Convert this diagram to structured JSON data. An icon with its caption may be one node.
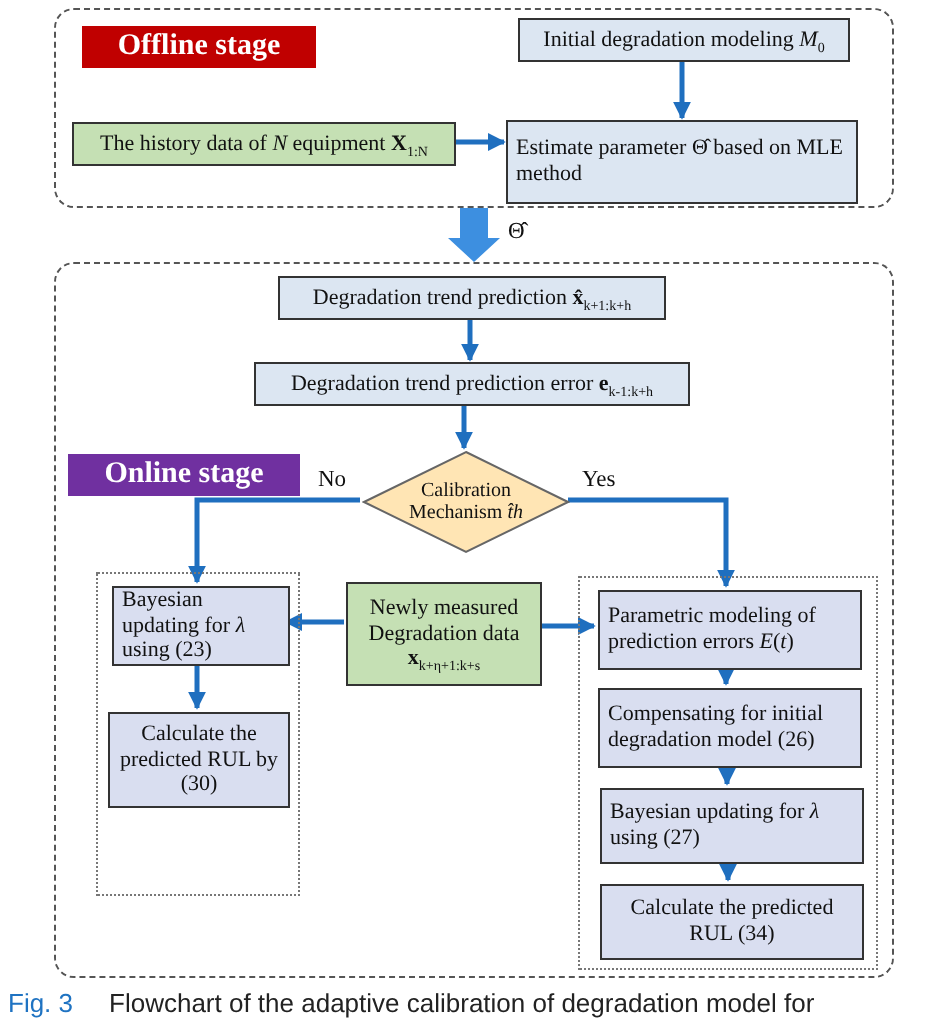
{
  "diagram": {
    "caption": "Flowchart of the adaptive calibration of degradation model for",
    "nodes": [
      {
        "text": [
          "Offline stage"
        ]
      },
      {
        "text": [
          "Initial degradation modeling *M*$_{0}$"
        ],
        "in": 0
      },
      {
        "text": [
          "The history data of *N* equipment **X**$_{1:N}$"
        ],
        "in": 0
      },
      {
        "text": [
          "Estimate parameter Θ̂ based on MLE method"
        ],
        "in": 0
      },
      {
        "text": [
          "Online stage"
        ]
      },
      {
        "text": [
          "Degradation trend prediction **x̂**$_{k+1:k+h}$"
        ],
        "in": 4
      },
      {
        "text": [
          "Degradation trend prediction error **e**$_{k-1:k+h}$"
        ],
        "in": 4
      },
      {
        "text": [
          "Calibration Mechanism *t̂h*"
        ],
        "in": 4
      },
      {
        "text": [],
        "shape": "box",
        "in": 4
      },
      {
        "text": [
          "Bayesian updating for *λ* using (23)"
        ],
        "in": 8
      },
      {
        "text": [
          "Calculate the predicted RUL by (30)"
        ],
        "in": 8
      },
      {
        "text": [
          "Newly measured Degradation data",
          "**x**$_{k+η+1:k+s}$"
        ],
        "in": 4
      },
      {
        "text": [],
        "shape": "box",
        "in": 4
      },
      {
        "text": [
          "Parametric modeling of prediction errors *E*(*t*)"
        ],
        "in": 12
      },
      {
        "text": [
          "Compensating for initial degradation model (26)"
        ],
        "in": 12
      },
      {
        "text": [
          "Bayesian updating for *λ* using (27)"
        ],
        "in": 12
      },
      {
        "text": [
          "Calculate the predicted RUL (34)"
        ],
        "in": 12
      }
    ],
    "edges": [
      {
        "from": 0,
        "to": 4,
        "arrow": "to",
        "label": "Θ̂",
        "style": "thick"
      },
      {
        "from": 1,
        "to": 3,
        "arrow": "to"
      },
      {
        "from": 2,
        "to": 3,
        "arrow": "to"
      },
      {
        "from": 5,
        "to": 6,
        "arrow": "to"
      },
      {
        "from": 6,
        "to": 7,
        "arrow": "to"
      },
      {
        "from": 7,
        "to": 9,
        "arrow": "to",
        "label": "No"
      },
      {
        "from": 7,
        "to": 13,
        "arrow": "to",
        "label": "Yes"
      },
      {
        "from": 11,
        "to": 9,
        "arrow": "to"
      },
      {
        "from": 11,
        "to": 13,
        "arrow": "to"
      },
      {
        "from": 9,
        "to": 10,
        "arrow": "to"
      },
      {
        "from": 13,
        "to": 14,
        "arrow": "to"
      },
      {
        "from": 14,
        "to": 15,
        "arrow": "to"
      },
      {
        "from": 15,
        "to": 16,
        "arrow": "to"
      }
    ],
    "labels": [
      "Fig. 3"
    ]
  }
}
